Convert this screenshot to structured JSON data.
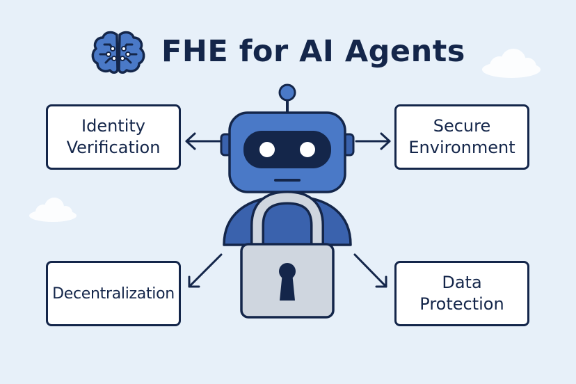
{
  "title": "FHE for AI Agents",
  "boxes": {
    "identity": {
      "line1": "Identity",
      "line2": "Verification"
    },
    "secure": {
      "line1": "Secure",
      "line2": "Environment"
    },
    "decentralization": {
      "line1": "Decentralization"
    },
    "data_protection": {
      "line1": "Data",
      "line2": "Protection"
    }
  },
  "colors": {
    "background": "#e7f0f9",
    "navy": "#14264a",
    "robot_blue": "#4a79c7",
    "robot_blue_dark": "#3a62ad",
    "lock_gray": "#cfd6df"
  },
  "icons": [
    "brain-icon",
    "robot-icon",
    "padlock-icon",
    "cloud-icon"
  ]
}
